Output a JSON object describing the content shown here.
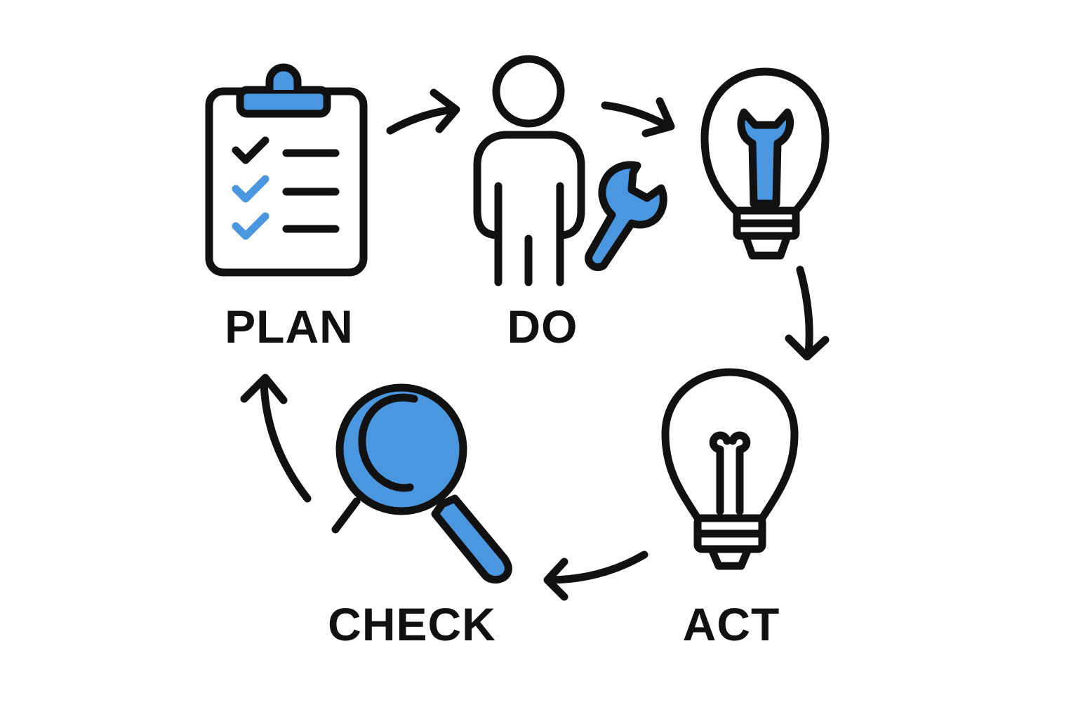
{
  "colors": {
    "accent": "#4a97e0",
    "stroke": "#111111",
    "background": "#ffffff"
  },
  "stages": [
    {
      "label": "PLAN",
      "icon": "clipboard-checklist-icon"
    },
    {
      "label": "DO",
      "icon": "person-with-wrench-icon"
    },
    {
      "label": "",
      "icon": "lightbulb-wrench-icon"
    },
    {
      "label": "ACT",
      "icon": "lightbulb-icon"
    },
    {
      "label": "CHECK",
      "icon": "magnifying-glass-icon"
    }
  ],
  "arrows": [
    {
      "from": "PLAN",
      "to": "DO"
    },
    {
      "from": "DO",
      "to": "lightbulb-wrench"
    },
    {
      "from": "lightbulb-wrench",
      "to": "ACT"
    },
    {
      "from": "ACT",
      "to": "CHECK"
    },
    {
      "from": "CHECK",
      "to": "PLAN"
    }
  ]
}
